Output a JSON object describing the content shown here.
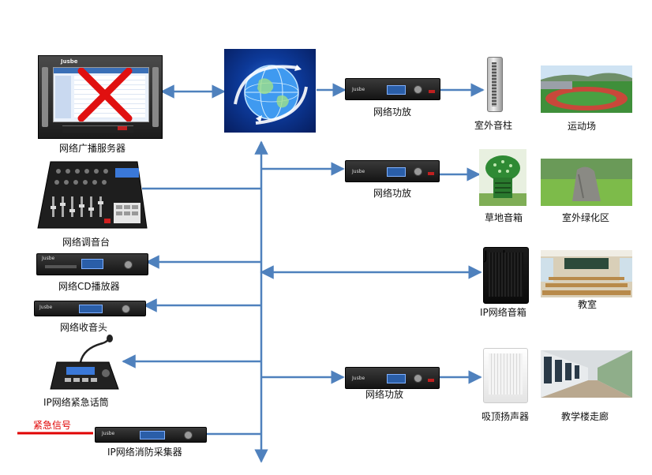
{
  "labels": {
    "server": "网络广播服务器",
    "server_brand": "Jusbe",
    "mixer": "网络调音台",
    "cd": "网络CD播放器",
    "tuner": "网络收音头",
    "mic": "IP网络紧急话筒",
    "emergency": "紧急信号",
    "fire": "IP网络消防采集器",
    "amp1": "网络功放",
    "amp2": "网络功放",
    "amp3": "网络功放",
    "spk1": "室外音柱",
    "spk2": "草地音箱",
    "spk3": "IP网络音箱",
    "spk4": "吸顶扬声器",
    "zone1": "运动场",
    "zone2": "室外绿化区",
    "zone3": "教室",
    "zone4": "教学楼走廊",
    "rack_brand": "Jusbe"
  },
  "colors": {
    "line": "#4f81bd",
    "emergency_line": "#e00000",
    "emergency_text": "#e00000",
    "cross": "#e01010"
  }
}
